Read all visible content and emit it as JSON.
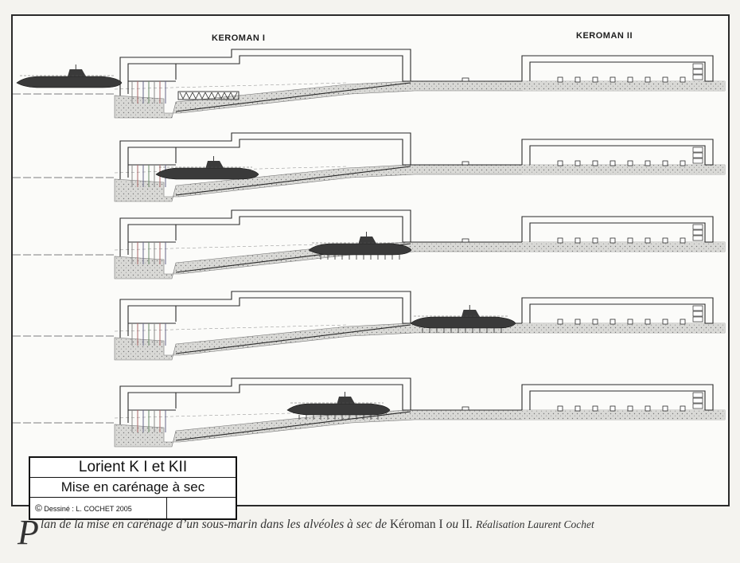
{
  "headers": {
    "keroman1": "KEROMAN I",
    "keroman2": "KEROMAN II"
  },
  "panels": [
    {
      "stage": "afloat-outside"
    },
    {
      "stage": "entering-basin"
    },
    {
      "stage": "hauled-up-ramp"
    },
    {
      "stage": "on-transfer-cradle"
    },
    {
      "stage": "in-dry-cell"
    }
  ],
  "cartouche": {
    "title": "Lorient K I et KII",
    "subtitle": "Mise en carénage à sec",
    "copyright_symbol": "©",
    "credit": "Dessiné : L. COCHET 2005"
  },
  "caption": {
    "dropcap": "P",
    "part1": "lan de la mise en carénage d’un sous-marin dans les alvéoles à sec de ",
    "place1": "Kéroman I",
    "part2": " ou ",
    "place2": "II",
    "part3": ". ",
    "credit": "Réalisation Laurent Cochet"
  },
  "colors": {
    "ink": "#2a2a2a",
    "sub": "#3a3a3a",
    "paper": "#fbfbf9"
  }
}
